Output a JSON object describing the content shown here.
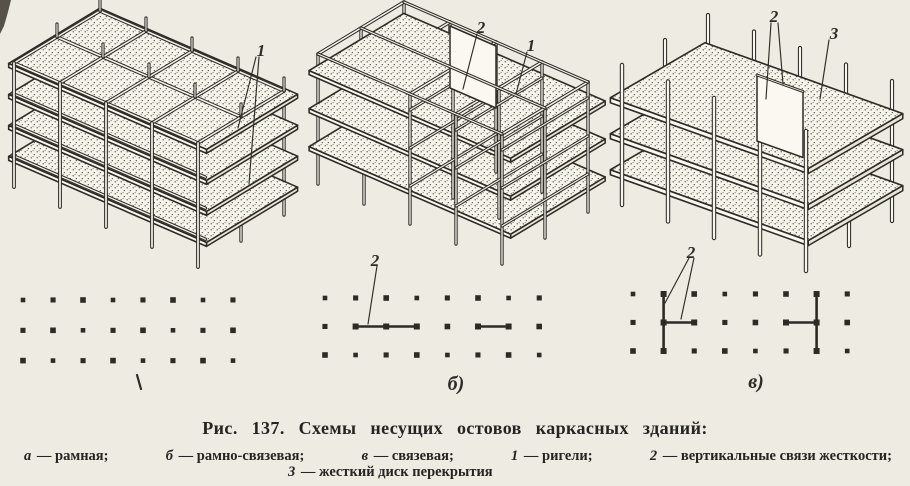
{
  "colors": {
    "paper": "#eeebe3",
    "ink": "#2e2b25",
    "stipple": "#4b473f",
    "member_fill": "#f8f5ee",
    "slab_face": "#fbf8f1",
    "slab_side": "#e9e5da"
  },
  "caption": {
    "title": "Рис. 137. Схемы несущих остовов каркасных зданий:",
    "legend": [
      {
        "key": "а",
        "text": "рамная"
      },
      {
        "key": "б",
        "text": "рамно-связевая"
      },
      {
        "key": "в",
        "text": "связевая"
      },
      {
        "key": "1",
        "text": "ригели"
      },
      {
        "key": "2",
        "text": "вертикальные связи жесткости"
      },
      {
        "key": "3",
        "text": "жесткий диск перекрытия"
      }
    ]
  },
  "panels": [
    {
      "id": "a",
      "scheme": "рамная",
      "letter": "",
      "building": {
        "kind": "rigid-frame",
        "stories": 4,
        "bays_length": 4,
        "bays_depth": 2,
        "callouts": [
          {
            "label": "1"
          }
        ]
      },
      "plan": {
        "cols": 8,
        "rows": 3,
        "braces": [],
        "callouts": []
      }
    },
    {
      "id": "b",
      "scheme": "рамно-связевая",
      "letter": "б)",
      "building": {
        "kind": "frame-braced",
        "stories": 3,
        "frames": 5,
        "bays_depth": 2,
        "callouts": [
          {
            "label": "2"
          },
          {
            "label": "1"
          }
        ]
      },
      "plan": {
        "cols": 8,
        "rows": 3,
        "braces": [
          {
            "orient": "h",
            "row": 2,
            "from": 2,
            "to": 4
          },
          {
            "orient": "h",
            "row": 2,
            "from": 6,
            "to": 7
          }
        ],
        "callouts": [
          {
            "label": "2"
          }
        ]
      }
    },
    {
      "id": "v",
      "scheme": "связевая",
      "letter": "в)",
      "building": {
        "kind": "braced",
        "stories": 3,
        "bays_length": 4,
        "bays_depth": 2,
        "callouts": [
          {
            "label": "2"
          },
          {
            "label": "3"
          }
        ]
      },
      "plan": {
        "cols": 8,
        "rows": 3,
        "braces": [
          {
            "orient": "v",
            "col": 2,
            "from": 1,
            "to": 3
          },
          {
            "orient": "h",
            "row": 2,
            "from": 2,
            "to": 3
          },
          {
            "orient": "v",
            "col": 7,
            "from": 1,
            "to": 3
          },
          {
            "orient": "h",
            "row": 2,
            "from": 6,
            "to": 7
          }
        ],
        "callouts": [
          {
            "label": "2"
          }
        ]
      }
    }
  ]
}
